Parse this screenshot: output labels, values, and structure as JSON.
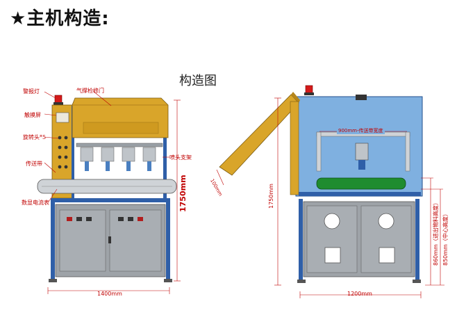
{
  "heading": "★主机构造:",
  "subtitle": "构造图",
  "callouts": {
    "alarm_light": "警报灯",
    "touch_screen": "触摸屏",
    "rotary_head": "旋转头*5",
    "conveyor_belt": "传送带",
    "current_meter": "数显电流表",
    "pneumatic_door": "气撑检修门",
    "nozzle_bracket": "喷头支架"
  },
  "dimensions": {
    "front_width": "1400mm",
    "front_height": "1750mm",
    "door_opening": "100mm",
    "side_height": "1750mm",
    "side_width": "1200mm",
    "belt_width": "900mm-传送带宽度",
    "inlet_height": "860mm（进出物料高度）",
    "center_height": "850mm（中心高度）"
  },
  "colors": {
    "frame_blue": "#2f5fa8",
    "cabinet_gray": "#9ea3a8",
    "hood_yellow": "#d9a52a",
    "dimension_red": "#c00000",
    "belt_green": "#1f8c2f"
  }
}
